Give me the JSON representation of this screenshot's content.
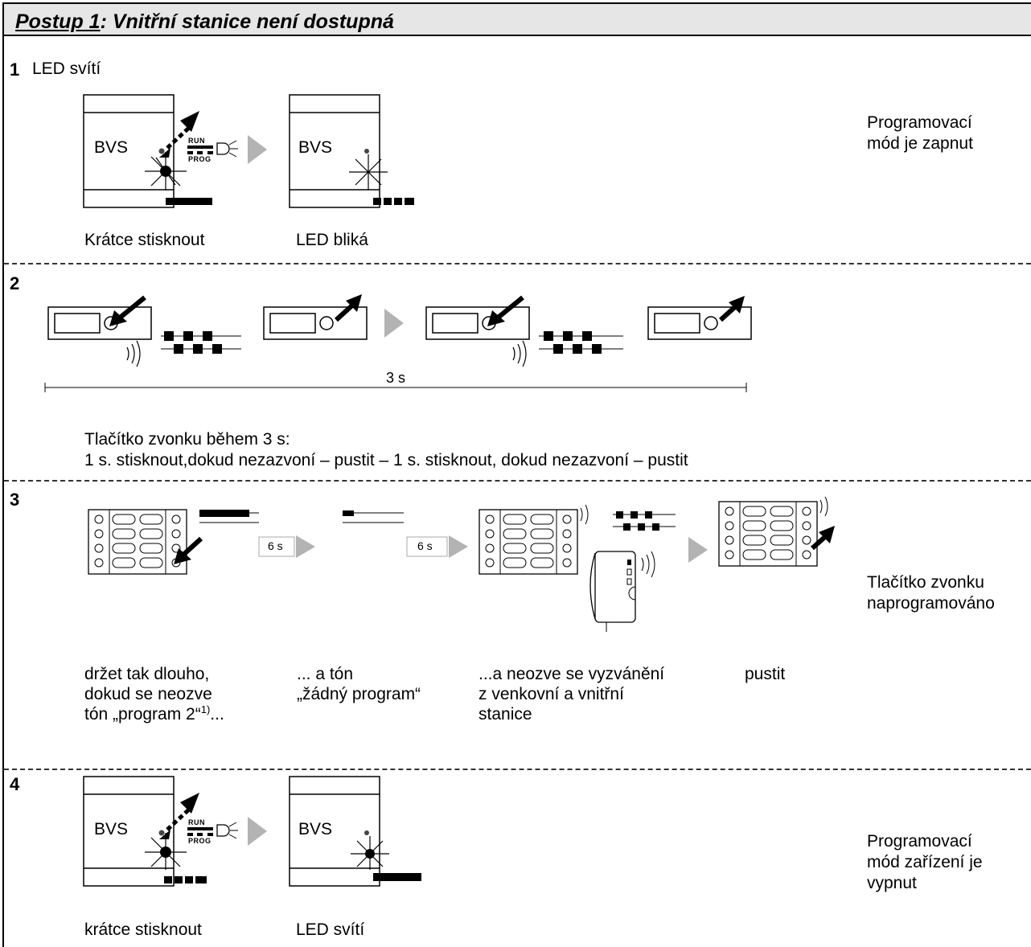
{
  "header": {
    "title_prefix": "Postup 1",
    "title_rest": ": Vnitřní stanice není dostupná"
  },
  "step1": {
    "number": "1",
    "heading": "LED svítí",
    "device_label_a": "BVS",
    "device_label_b": "BVS",
    "switch_run": "RUN",
    "switch_prog": "PROG",
    "caption_a": "Krátce stisknout",
    "caption_b": "LED bliká",
    "side_text_line1": "Programovací",
    "side_text_line2": "mód je zapnut"
  },
  "step2": {
    "number": "2",
    "duration_label": "3 s",
    "instruction_line1": "Tlačítko zvonku během 3 s:",
    "instruction_line2": "1 s. stisknout,dokud nezazvoní – pustit – 1 s. stisknout, dokud nezazvoní – pustit"
  },
  "step3": {
    "number": "3",
    "timer_a": "6 s",
    "timer_b": "6 s",
    "caption1_line1": "držet tak dlouho,",
    "caption1_line2": "dokud se neozve",
    "caption1_line3_pre": "tón „program 2“",
    "caption1_sup": "1)",
    "caption1_line3_post": "...",
    "caption2_line1": "... a tón",
    "caption2_line2": "„žádný program“",
    "caption3_line1": "...a neozve se vyzvánění",
    "caption3_line2": "z venkovní a vnitřní",
    "caption3_line3": "stanice",
    "caption4": "pustit",
    "side_text_line1": "Tlačítko zvonku",
    "side_text_line2": "naprogramováno"
  },
  "step4": {
    "number": "4",
    "device_label_a": "BVS",
    "device_label_b": "BVS",
    "switch_run": "RUN",
    "switch_prog": "PROG",
    "caption_a": "krátce  stisknout",
    "caption_b": "LED svítí",
    "side_text_line1": "Programovací",
    "side_text_line2": "mód zařízení  je",
    "side_text_line3": "vypnut"
  }
}
